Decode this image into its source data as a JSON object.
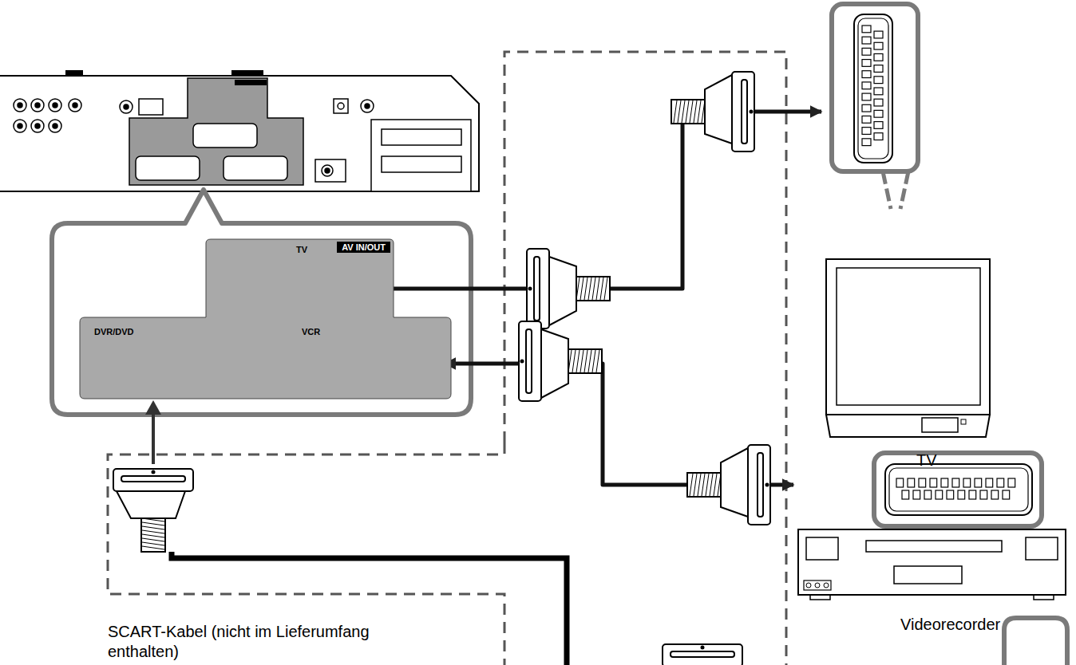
{
  "diagram": {
    "nodes": [
      {
        "text": [
          "AV IN/OUT"
        ]
      },
      {
        "text": [
          "TV"
        ],
        "in": 0
      },
      {
        "text": [
          "DVR/DVD"
        ],
        "in": 0
      },
      {
        "text": [
          "VCR"
        ],
        "in": 0
      },
      {
        "text": [
          "TV"
        ]
      },
      {
        "text": [
          "Videorecorder"
        ]
      }
    ],
    "edges": [
      {
        "from": 1,
        "to": 4,
        "arrow": "both"
      },
      {
        "from": 3,
        "to": 5,
        "arrow": "both"
      }
    ],
    "labels": [
      "SCART-Kabel (nicht im Lieferumfang enthalten)"
    ]
  }
}
